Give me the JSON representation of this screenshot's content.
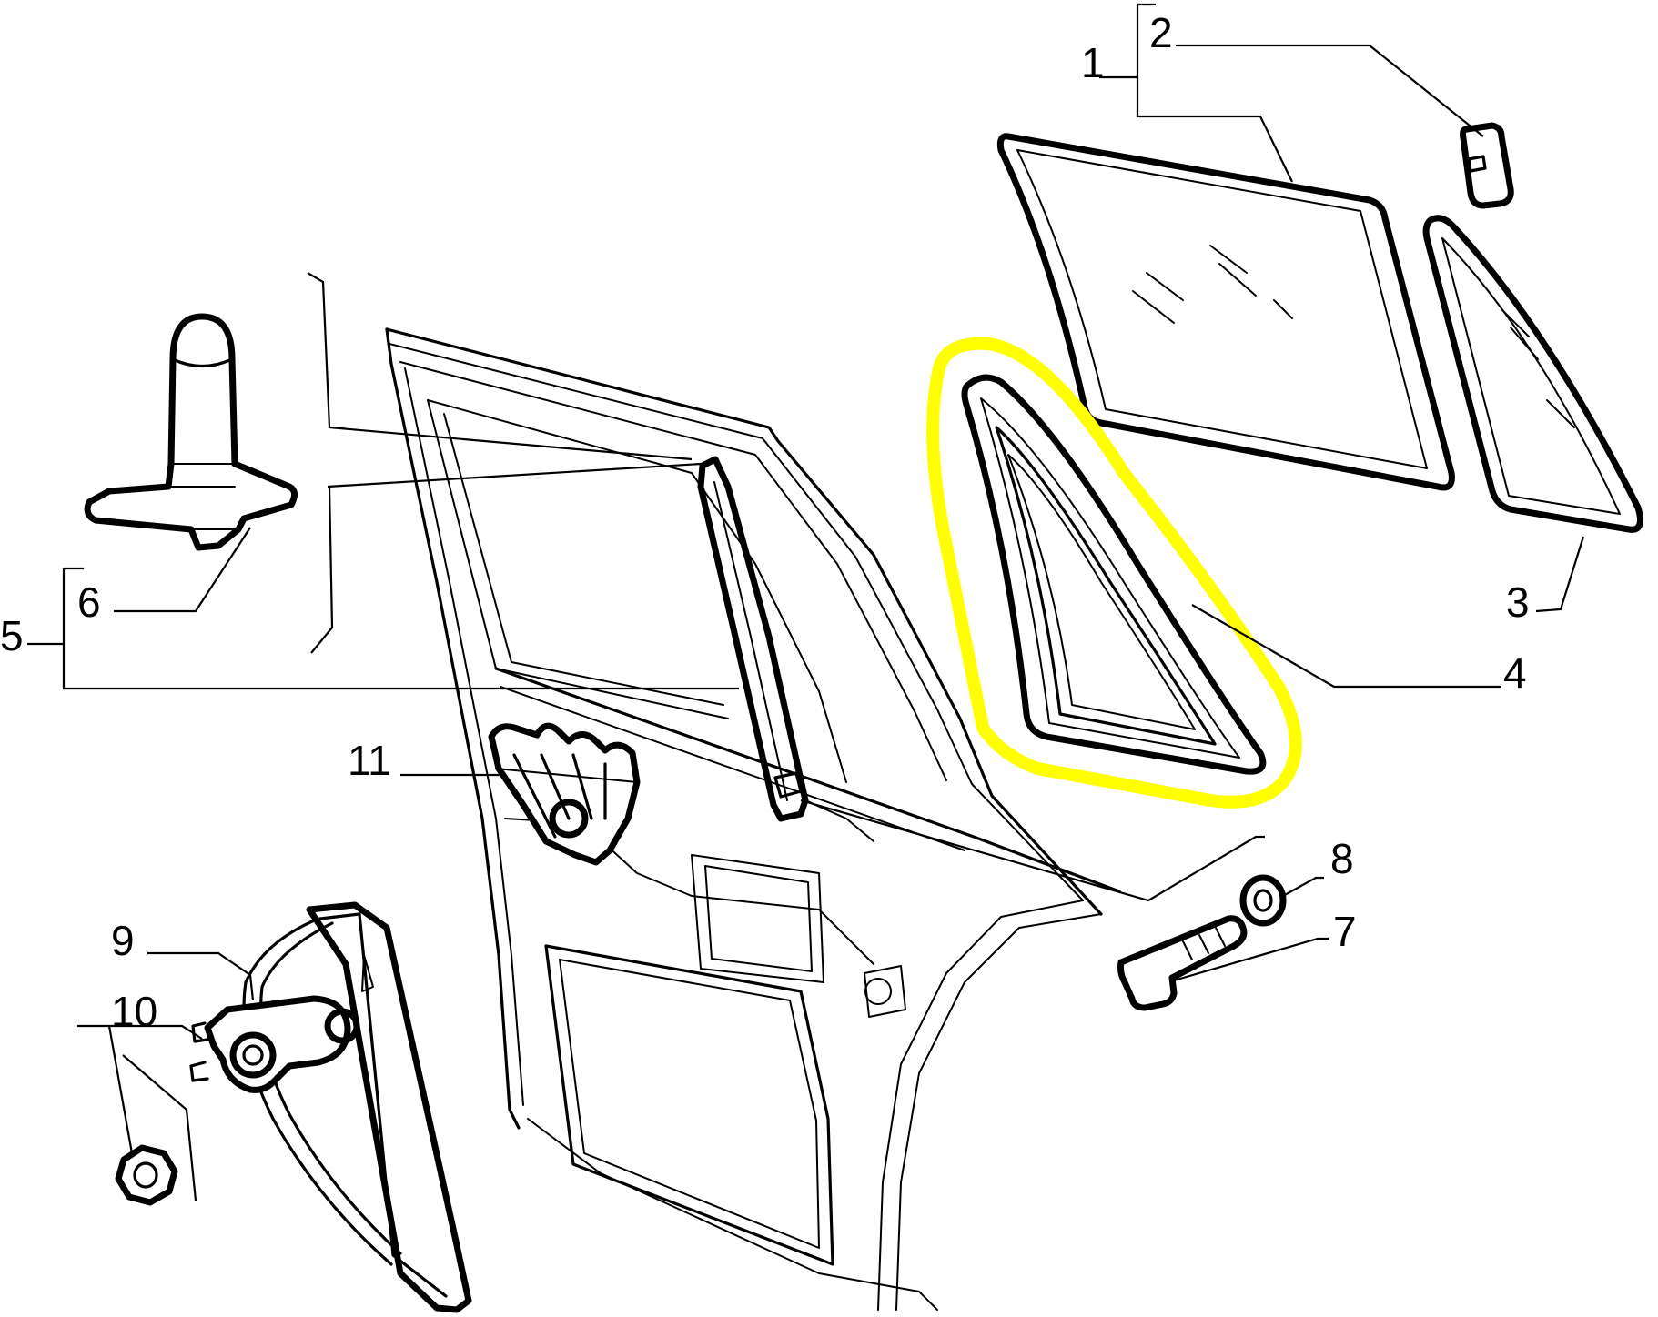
{
  "highlight_color": "#ffff00",
  "line_color": "#000000",
  "callouts": {
    "c1": "1",
    "c2": "2",
    "c3": "3",
    "c4": "4",
    "c5": "5",
    "c6": "6",
    "c7": "7",
    "c8": "8",
    "c9": "9",
    "c10": "10",
    "c11": "11"
  }
}
